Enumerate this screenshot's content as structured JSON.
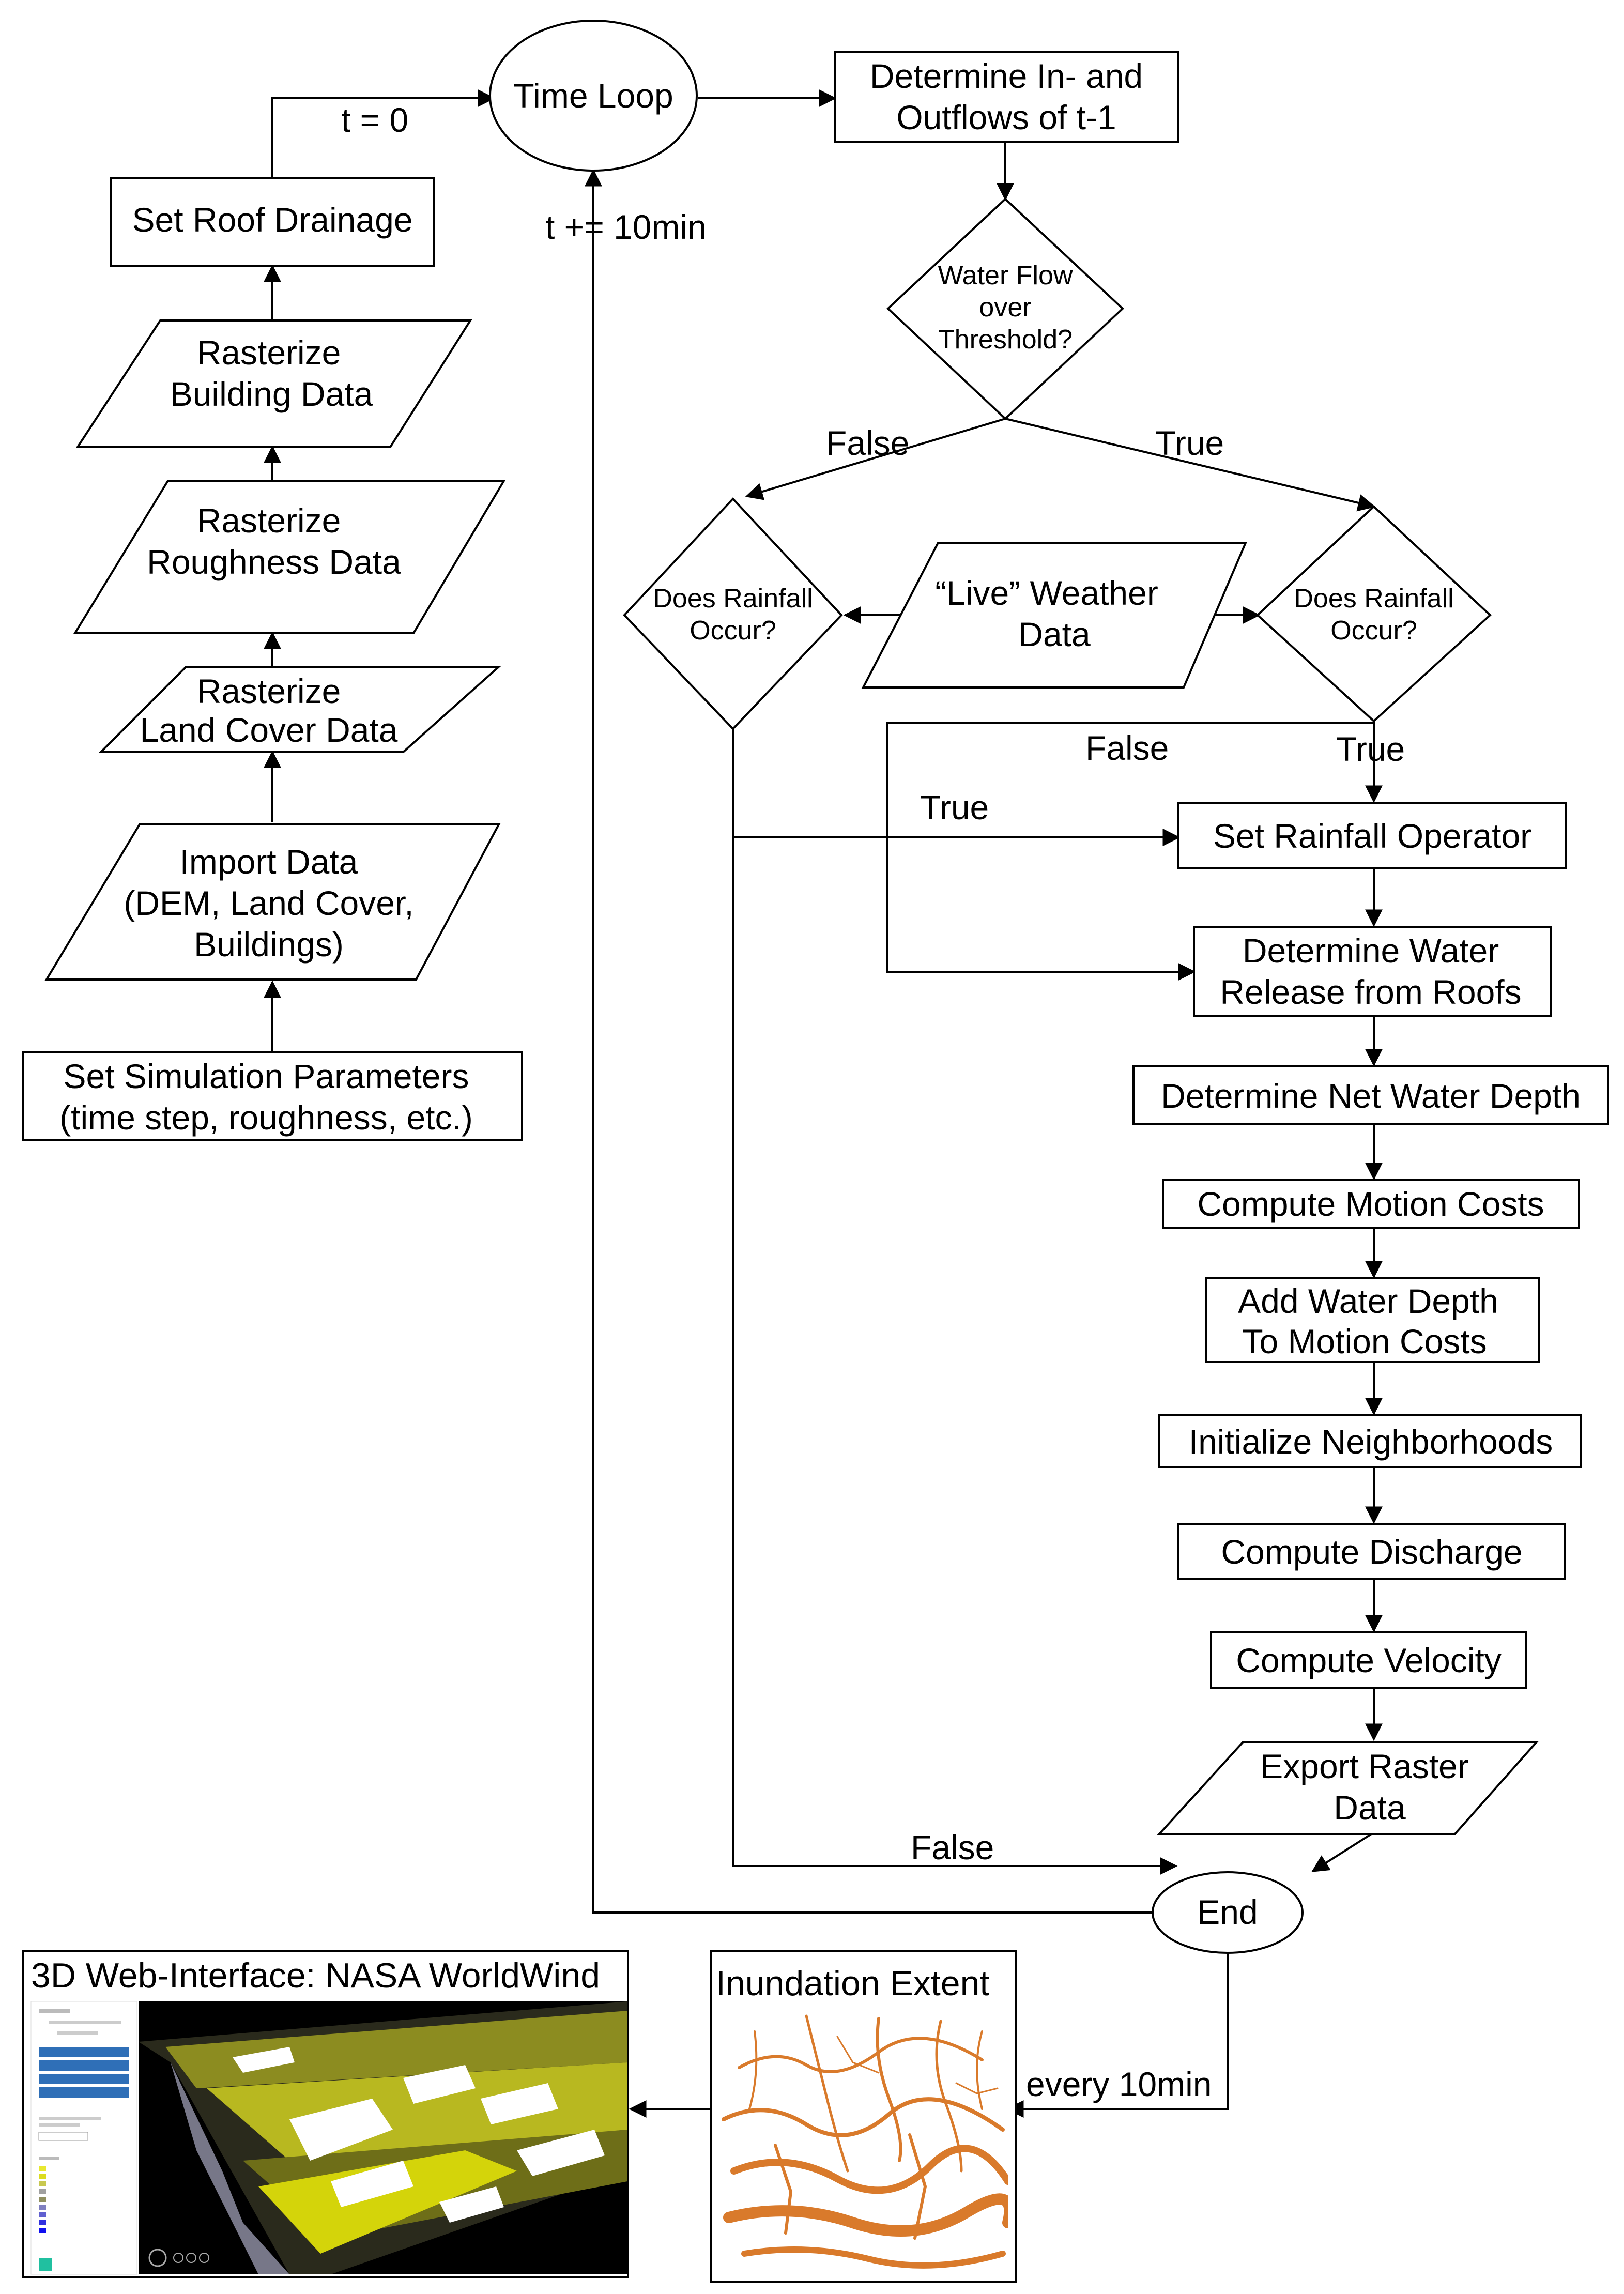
{
  "nodes": {
    "time_loop": "Time Loop",
    "set_roof_drainage": "Set Roof Drainage",
    "rasterize_building": [
      "Rasterize",
      "Building Data"
    ],
    "rasterize_roughness": [
      "Rasterize",
      "Roughness Data"
    ],
    "rasterize_landcover": [
      "Rasterize",
      "Land Cover Data"
    ],
    "import_data": [
      "Import Data",
      "(DEM, Land Cover,",
      "Buildings)"
    ],
    "set_sim_params": [
      "Set Simulation Parameters",
      "(time step, roughness, etc.)"
    ],
    "determine_inflows": [
      "Determine In- and",
      "Outflows of t-1"
    ],
    "water_flow_threshold": [
      "Water Flow",
      "over",
      "Threshold?"
    ],
    "rainfall_left": [
      "Does Rainfall",
      "Occur?"
    ],
    "rainfall_right": [
      "Does Rainfall",
      "Occur?"
    ],
    "live_weather": [
      "“Live” Weather",
      "Data"
    ],
    "set_rainfall_operator": "Set  Rainfall Operator",
    "determine_water_release": [
      "Determine Water",
      "Release from Roofs"
    ],
    "determine_net_depth": "Determine Net Water Depth",
    "compute_motion_costs": "Compute Motion Costs",
    "add_water_depth": [
      "Add Water Depth",
      "To  Motion Costs"
    ],
    "initialize_neighborhoods": "Initialize Neighborhoods",
    "compute_discharge": "Compute Discharge",
    "compute_velocity": "Compute Velocity",
    "export_raster": [
      "Export Raster",
      "Data"
    ],
    "end": "End"
  },
  "edge_labels": {
    "t0": "t = 0",
    "t_increment": "t += 10min",
    "threshold_false": "False",
    "threshold_true": "True",
    "right_false": "False",
    "right_true": "True",
    "left_true": "True",
    "left_false": "False",
    "every_10min": "every 10min"
  },
  "panels": {
    "web_interface_title": "3D Web-Interface: NASA WorldWind",
    "inundation_title": "Inundation Extent"
  },
  "colors": {
    "terrain_dark": "#1a1a14",
    "flood_yellow": "#d4d40a",
    "buildings_white": "#ffffff",
    "inundation_orange": "#d97a2b",
    "ui_button_blue": "#2f6fb7"
  }
}
